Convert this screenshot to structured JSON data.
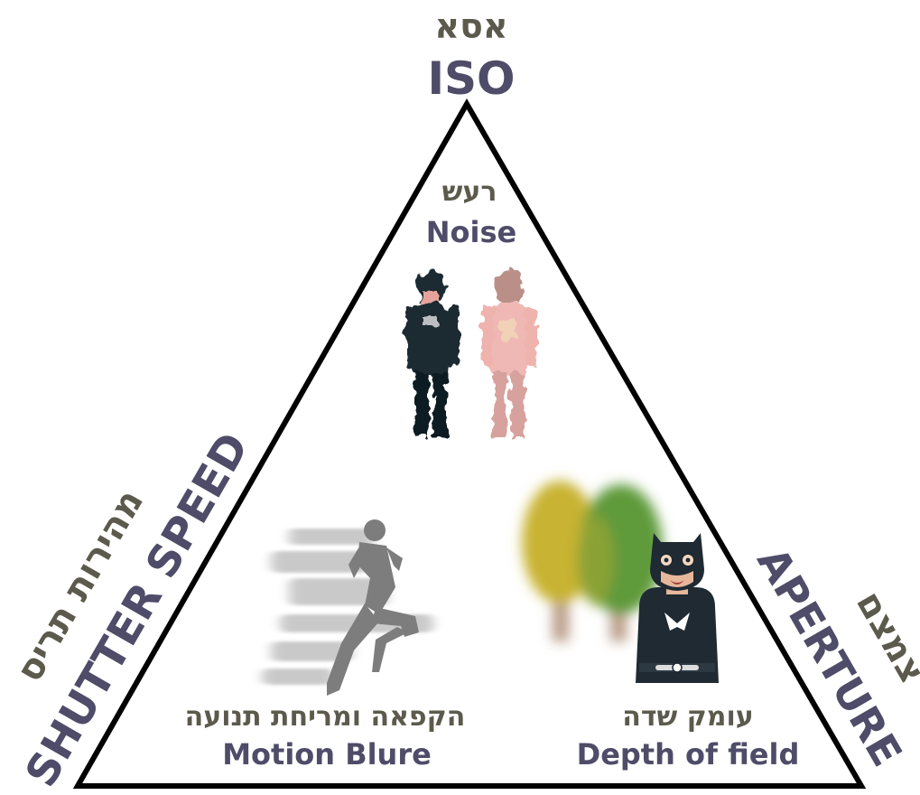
{
  "diagram": {
    "title": "Exposure triangle",
    "iso": {
      "hebrew": "אסא",
      "english": "ISO"
    },
    "shutter": {
      "hebrew": "מהירות תריס",
      "english": "SHUTTER SPEED"
    },
    "aperture": {
      "hebrew": "צמצם",
      "english": "APERTURE"
    },
    "noise": {
      "hebrew": "רעש",
      "english": "Noise"
    },
    "motion": {
      "hebrew": "הקפאה ומריחת תנועה",
      "english": "Motion Blure"
    },
    "depth": {
      "hebrew": "עומק שדה",
      "english": "Depth of field"
    }
  },
  "colors": {
    "hebrew_text": "#5b5a4c",
    "english_text": "#4e4c68",
    "outline": "#000000",
    "superhero": "#1f2a32"
  },
  "icons": [
    "noisy-figure-dark-icon",
    "noisy-figure-pink-icon",
    "running-man-blur-icon",
    "blurred-trees-icon",
    "masked-superhero-icon"
  ]
}
